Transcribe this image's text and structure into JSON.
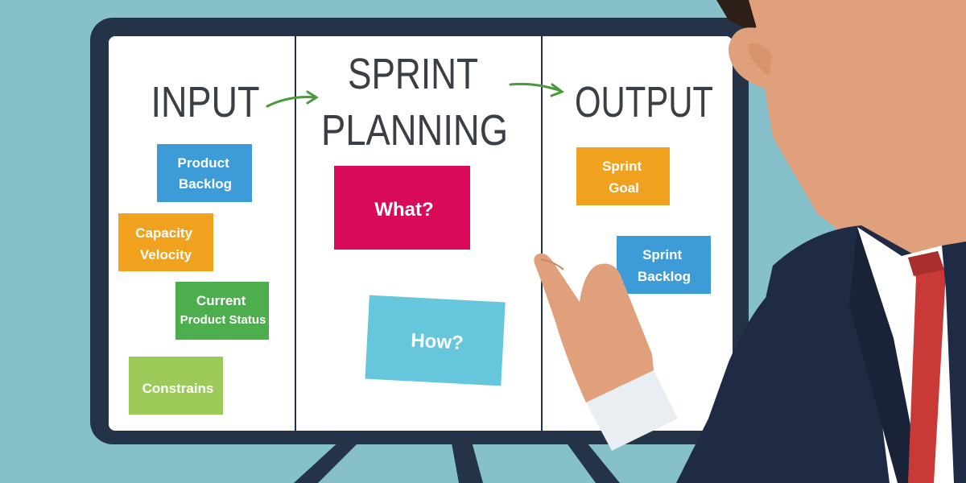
{
  "headings": {
    "input": "INPUT",
    "sprint_planning_line1": "SPRINT",
    "sprint_planning_line2": "PLANNING",
    "output": "OUTPUT"
  },
  "notes": {
    "product_backlog": [
      "Product",
      "Backlog"
    ],
    "capacity_velocity": [
      "Capacity",
      "Velocity"
    ],
    "current_product_status": [
      "Current",
      "Product Status"
    ],
    "constrains": [
      "Constrains"
    ],
    "what": [
      "What?"
    ],
    "how": [
      "How?"
    ],
    "sprint_goal": [
      "Sprint",
      "Goal"
    ],
    "sprint_backlog": [
      "Sprint",
      "Backlog"
    ]
  },
  "colors": {
    "background": "#86c1cb",
    "board_frame": "#253349",
    "board_surface": "#ffffff",
    "blue_note": "#3d9cd8",
    "orange_note": "#f0a21f",
    "green_note": "#4cae4c",
    "light_green_note": "#9ccb5a",
    "magenta_note": "#d90a5a",
    "cyan_note": "#66c6dc",
    "arrow": "#4b9a3a",
    "suit": "#1f2a44",
    "tie": "#c93a37",
    "skin": "#e0a07c"
  }
}
